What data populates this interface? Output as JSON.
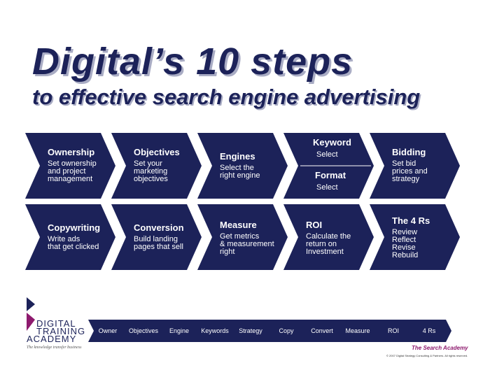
{
  "title": "Digital’s 10 steps",
  "subtitle": "to effective search engine advertising",
  "colors": {
    "navy": "#1c2259",
    "shadow": "#a9acc4",
    "brand_purple": "#8e1a6e"
  },
  "steps_row1": [
    {
      "heading": "Ownership",
      "desc": "Set ownership\nand project\nmanagement"
    },
    {
      "heading": "Objectives",
      "desc": "Set  your\nmarketing\nobjectives"
    },
    {
      "heading": "Engines",
      "desc": "Select the\nright engine"
    },
    {
      "split": true,
      "top": {
        "heading": "Keyword",
        "desc": "Select"
      },
      "bottom": {
        "heading": "Format",
        "desc": "Select"
      }
    },
    {
      "heading": "Bidding",
      "desc": "Set bid\nprices and\nstrategy"
    }
  ],
  "steps_row2": [
    {
      "heading": "Copywriting",
      "desc": "Write ads\nthat get clicked"
    },
    {
      "heading": "Conversion",
      "desc": "Build landing\npages that  sell"
    },
    {
      "heading": "Measure",
      "desc": "Get metrics\n& measurement\nright"
    },
    {
      "heading": "ROI",
      "desc": "Calculate the\nreturn on\nInvestment"
    },
    {
      "heading": "The 4 Rs",
      "desc": "Review\nReflect\nRevise\nRebuild"
    }
  ],
  "mini_steps": [
    "Owner",
    "Objectives",
    "Engine",
    "Keywords",
    "Strategy",
    "Copy",
    "Convert",
    "Measure",
    "ROI",
    "4 Rs"
  ],
  "logo": {
    "line1": "DIGITAL",
    "line2": "TRAINING",
    "line3": "ACADEMY",
    "tagline": "The knowledge transfer business"
  },
  "footer": {
    "brand": "The Search Academy",
    "copyright": "© 2007 Digital Strategy Consulting & Partners. All rights reserved."
  }
}
